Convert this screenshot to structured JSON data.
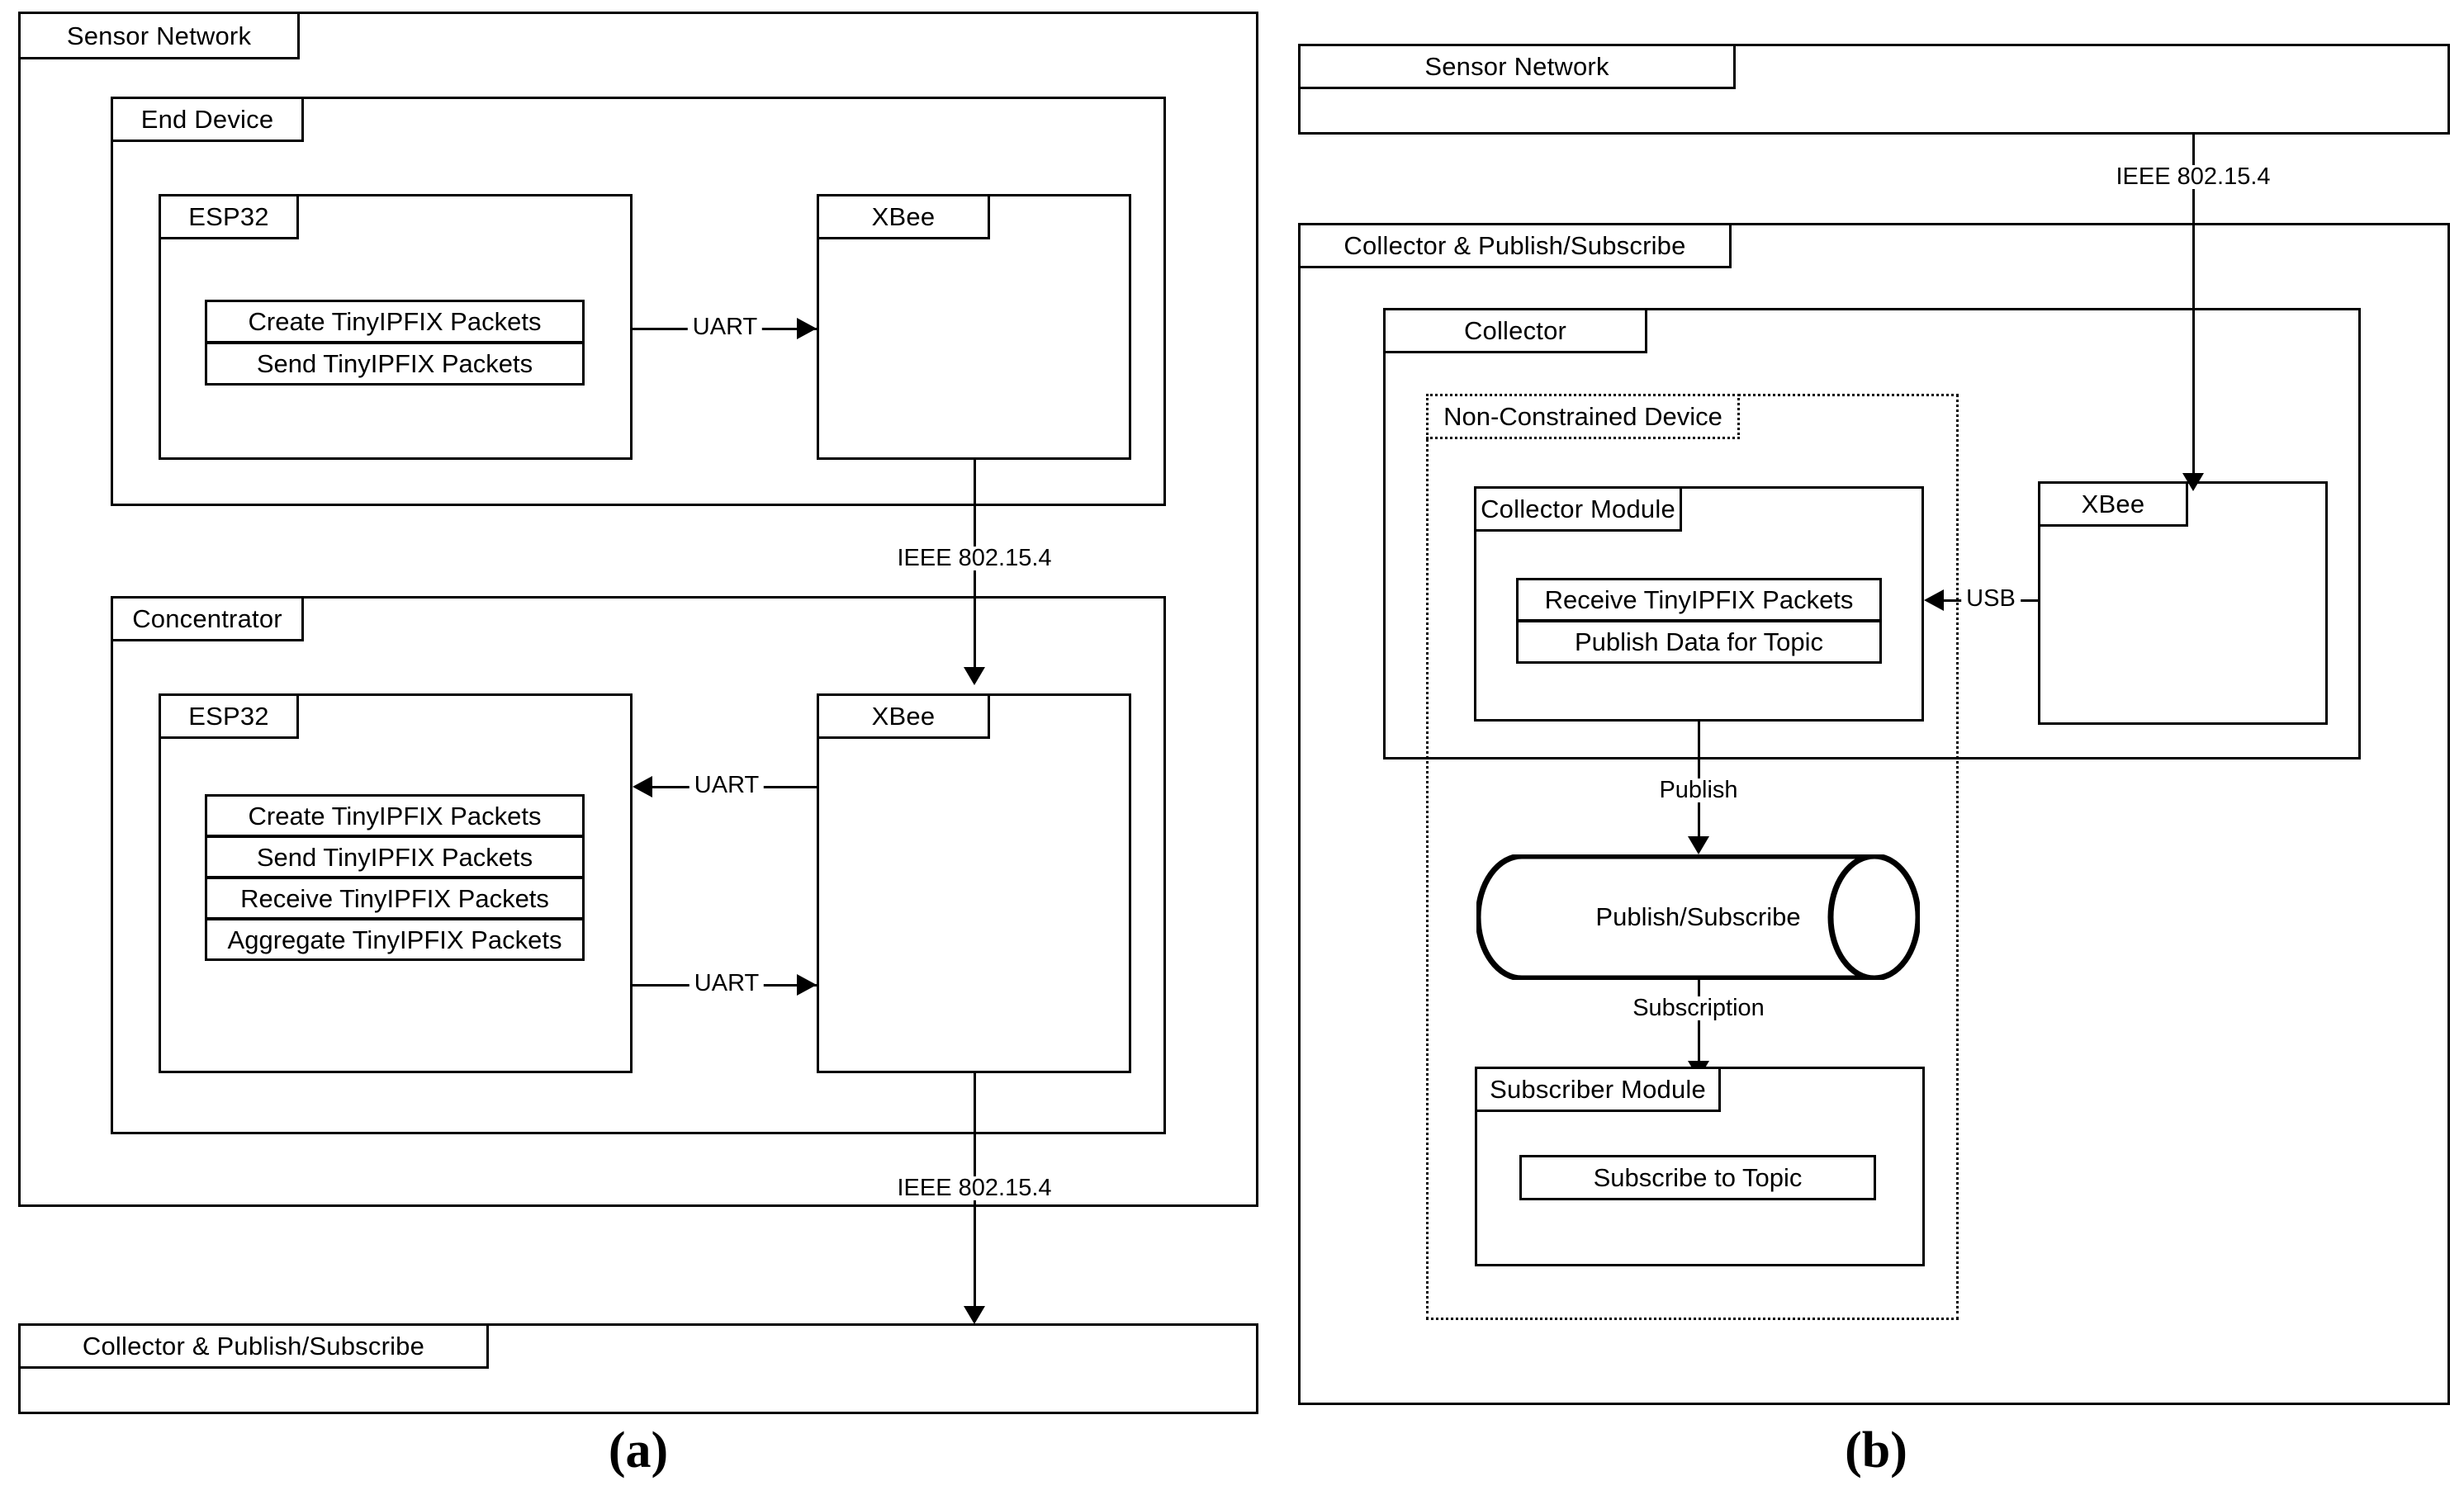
{
  "figure": {
    "panels": [
      {
        "id": "a",
        "caption": "(a)"
      },
      {
        "id": "b",
        "caption": "(b)"
      }
    ]
  },
  "panel_a": {
    "sensor_network": {
      "title": "Sensor Network",
      "end_device": {
        "title": "End Device",
        "esp32": {
          "title": "ESP32",
          "operations": [
            "Create TinyIPFIX Packets",
            "Send TinyIPFIX Packets"
          ]
        },
        "xbee": {
          "title": "XBee"
        },
        "link_esp32_to_xbee": "UART"
      },
      "concentrator": {
        "title": "Concentrator",
        "esp32": {
          "title": "ESP32",
          "operations": [
            "Create TinyIPFIX Packets",
            "Send TinyIPFIX Packets",
            "Receive TinyIPFIX Packets",
            "Aggregate TinyIPFIX Packets"
          ]
        },
        "xbee": {
          "title": "XBee"
        },
        "link_xbee_to_esp32": "UART",
        "link_esp32_to_xbee": "UART"
      },
      "link_end_device_to_concentrator": "IEEE 802.15.4"
    },
    "collector_pubsub": {
      "title": "Collector & Publish/Subscribe"
    },
    "link_sensor_network_to_collector": "IEEE 802.15.4"
  },
  "panel_b": {
    "sensor_network": {
      "title": "Sensor Network"
    },
    "link_sensor_network_to_collector": "IEEE 802.15.4",
    "collector_pubsub": {
      "title": "Collector & Publish/Subscribe",
      "collector": {
        "title": "Collector",
        "non_constrained_device": {
          "title": "Non-Constrained Device",
          "collector_module": {
            "title": "Collector Module",
            "operations": [
              "Receive TinyIPFIX Packets",
              "Publish Data for Topic"
            ]
          },
          "subscriber_module": {
            "title": "Subscriber Module",
            "operations": [
              "Subscribe to Topic"
            ]
          },
          "pubsub_store": {
            "label": "Publish/Subscribe"
          },
          "link_publish": "Publish",
          "link_subscription": "Subscription"
        },
        "xbee": {
          "title": "XBee"
        },
        "link_xbee_to_collector_module": "USB"
      }
    }
  },
  "colors": {
    "stroke": "#000000",
    "background": "#ffffff"
  }
}
